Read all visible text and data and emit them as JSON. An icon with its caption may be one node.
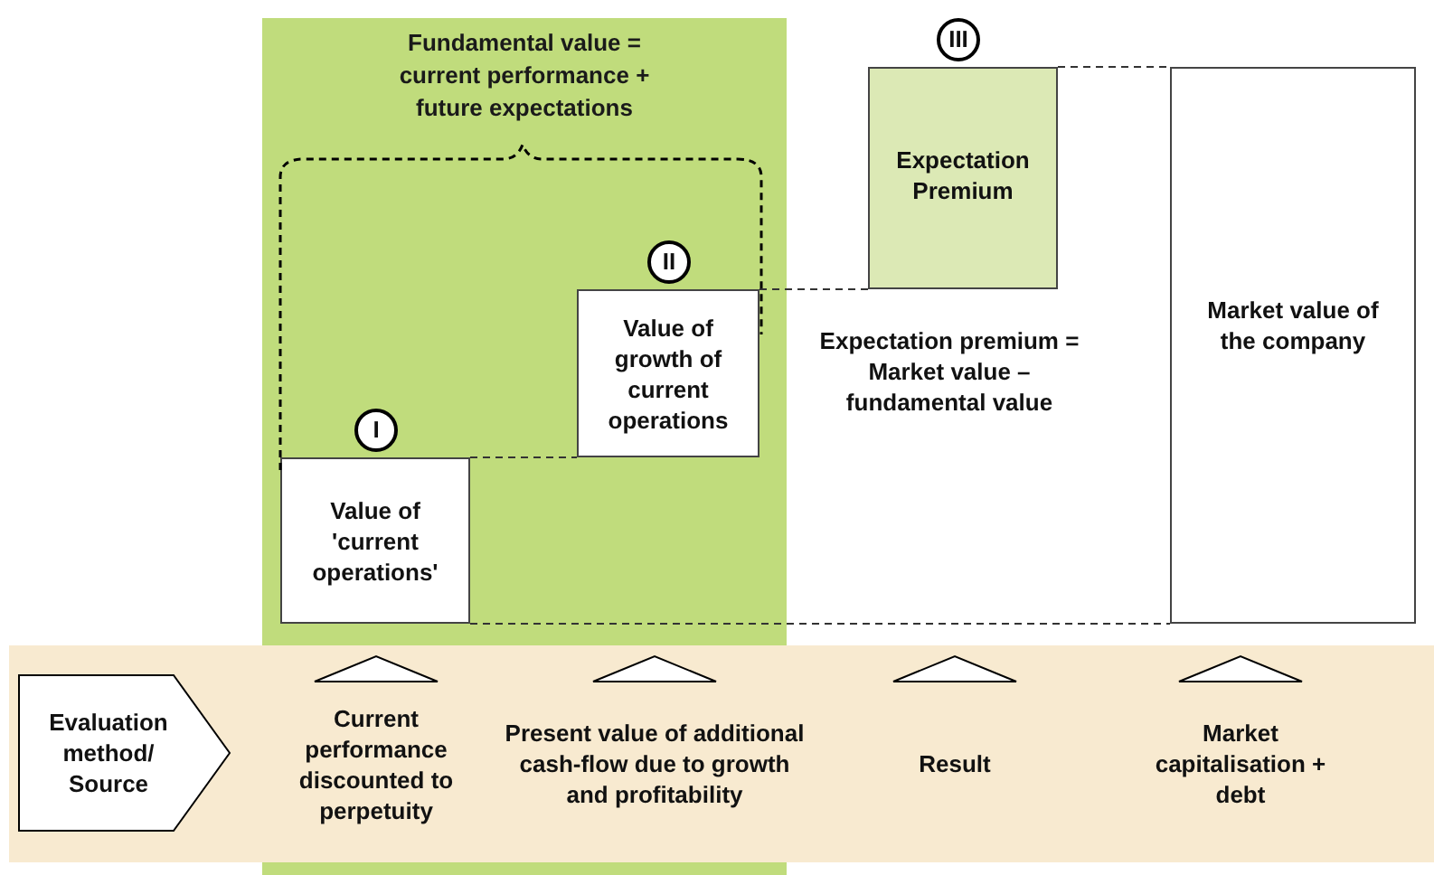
{
  "diagram": {
    "nodes": [
      {
        "text": [
          "Fundamental value = current performance + future expectations"
        ]
      },
      {
        "text": [
          "Value of 'current operations'"
        ],
        "in": 0
      },
      {
        "text": [
          "I"
        ],
        "in": 0
      },
      {
        "text": [
          "Value of growth of current operations"
        ],
        "in": 0
      },
      {
        "text": [
          "II"
        ],
        "in": 0
      },
      {
        "text": [
          "Expectation Premium"
        ]
      },
      {
        "text": [
          "III"
        ]
      },
      {
        "text": [
          "Market value of the company"
        ]
      },
      {
        "text": [],
        "shape": "band"
      },
      {
        "text": [
          "Evaluation method/ Source"
        ],
        "in": 8
      }
    ],
    "edges": [
      {
        "from": 1,
        "to": 3,
        "arrow": "none",
        "style": "dashed"
      },
      {
        "from": 3,
        "to": 5,
        "arrow": "none",
        "style": "dashed"
      },
      {
        "from": 5,
        "to": 7,
        "arrow": "none",
        "style": "dashed"
      },
      {
        "from": 1,
        "to": 7,
        "arrow": "none",
        "style": "dashed"
      }
    ],
    "labels": [
      "Expectation premium = Market value – fundamental value",
      "Current performance discounted to perpetuity",
      "Present value of additional cash-flow due to growth and profitability",
      "Result",
      "Market capitalisation + debt"
    ]
  }
}
